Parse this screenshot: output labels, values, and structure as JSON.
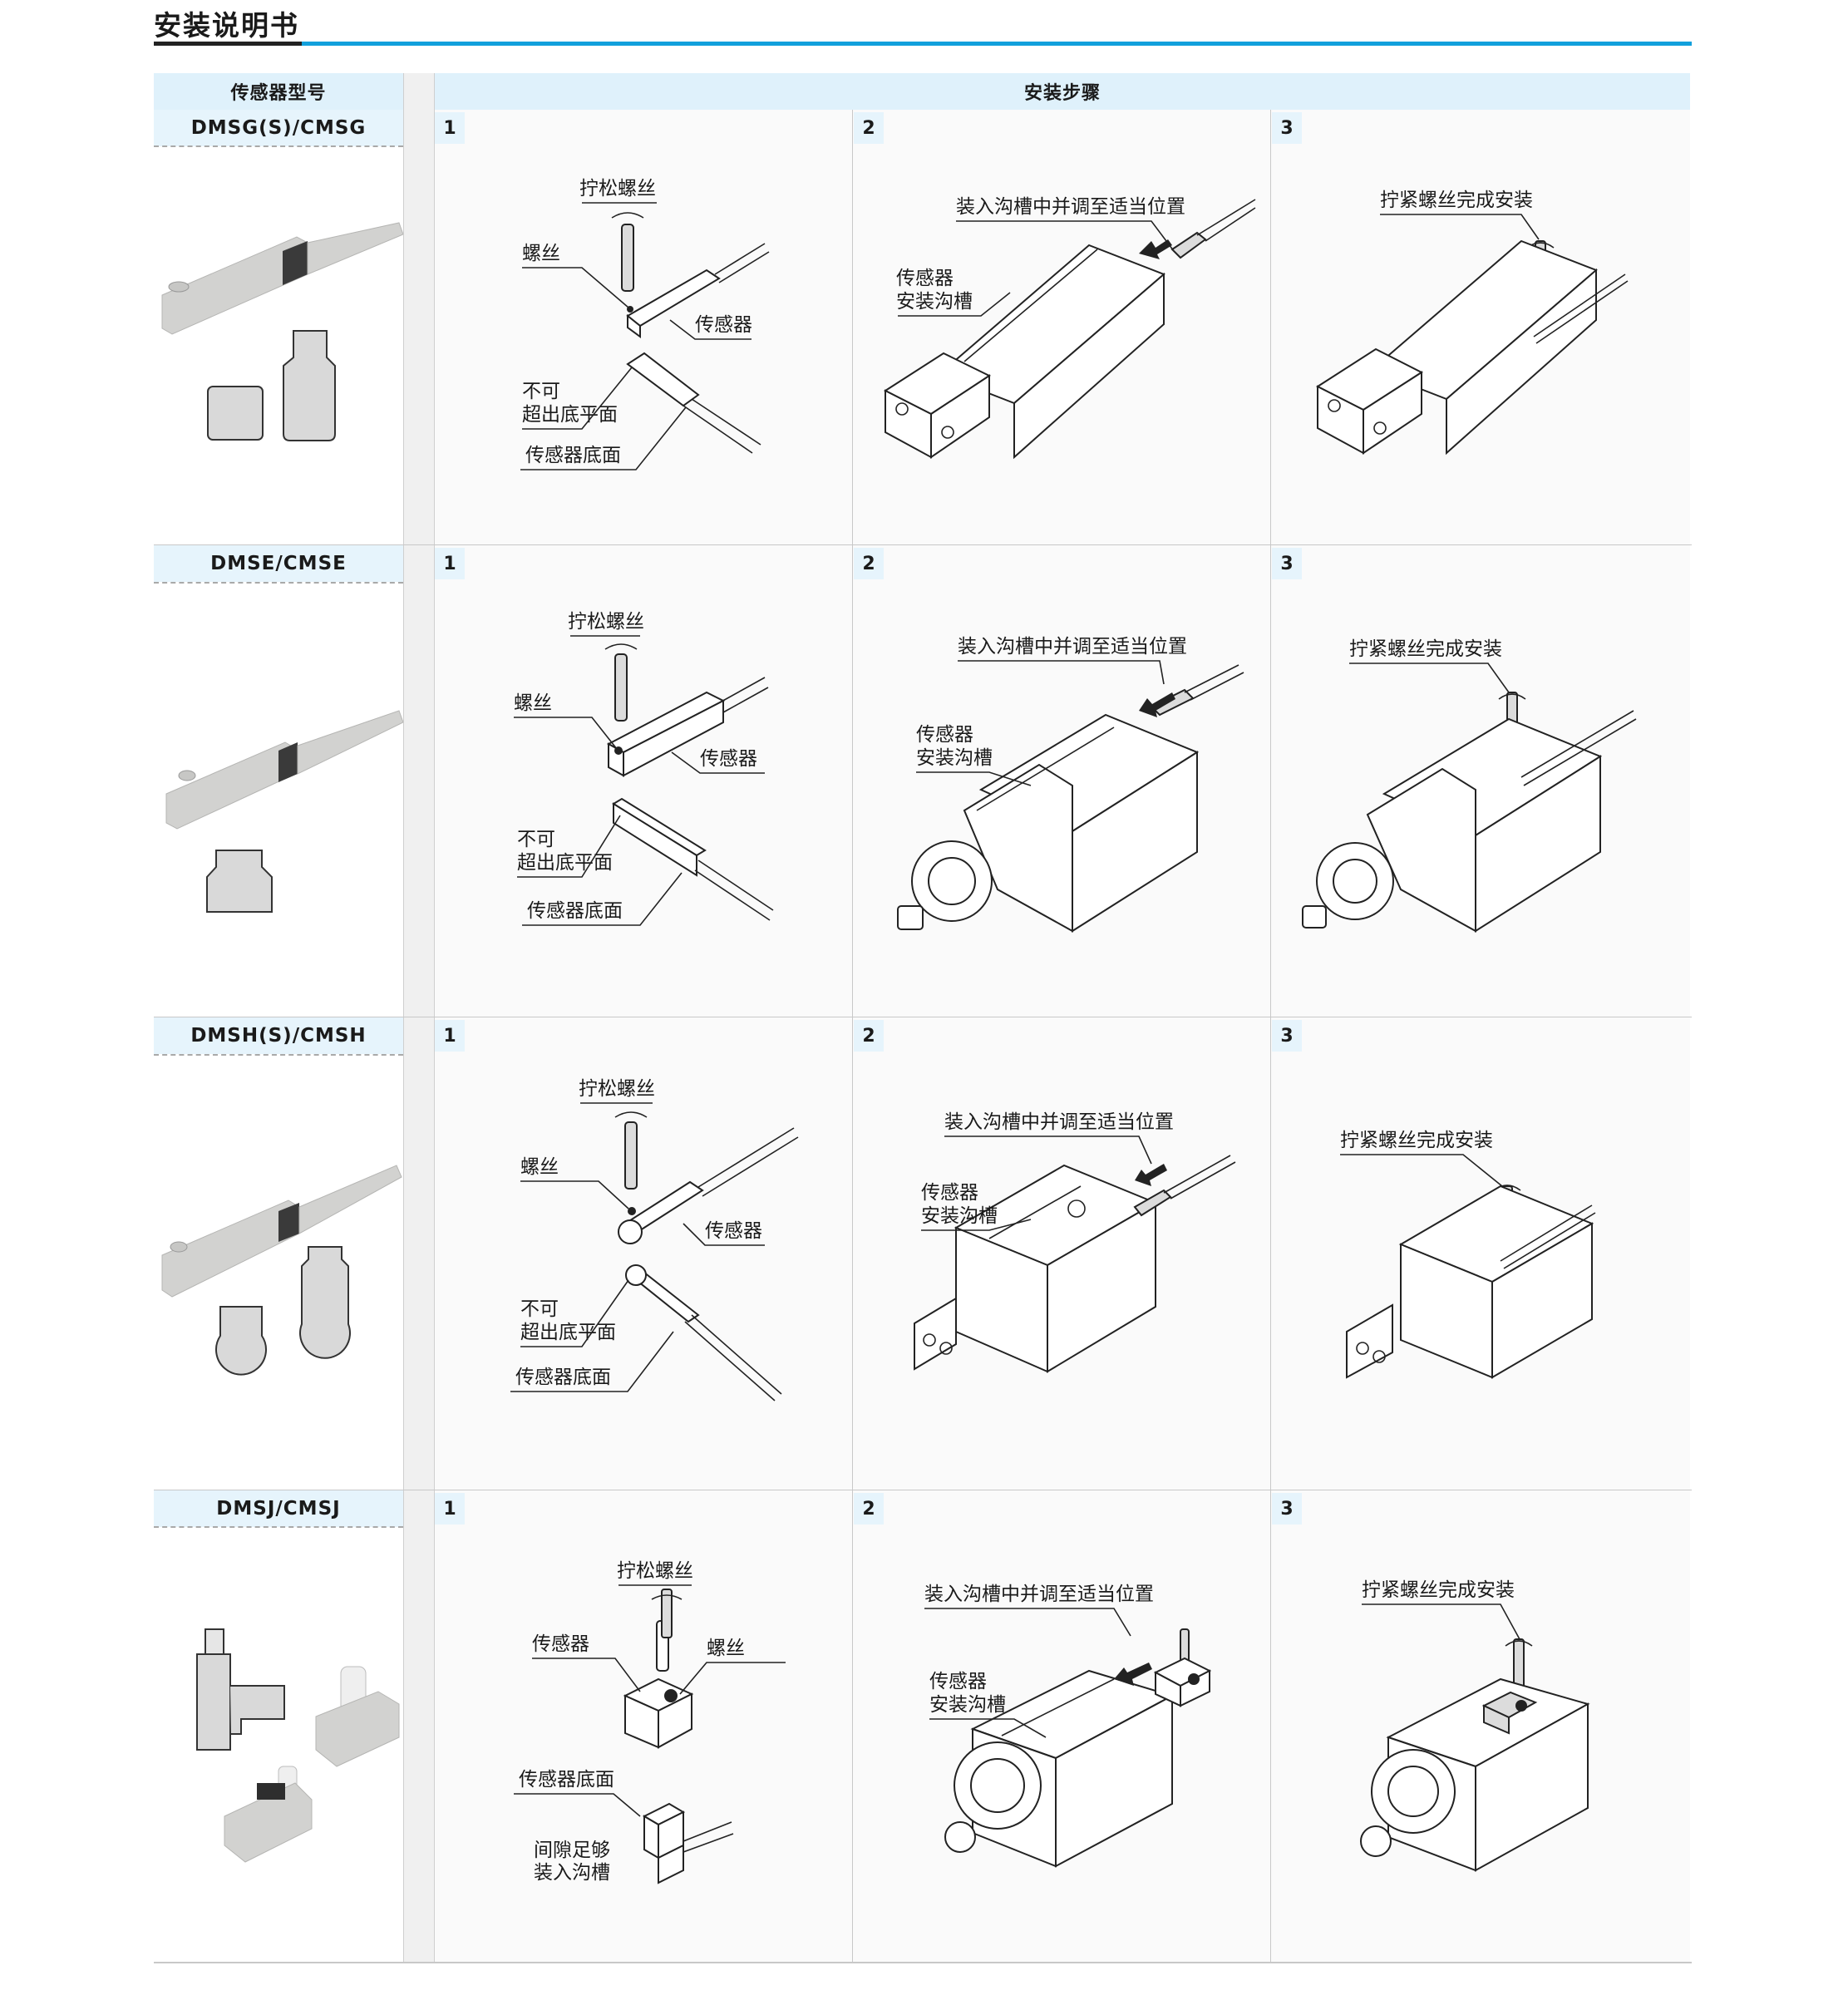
{
  "document": {
    "title": "安装说明书"
  },
  "table": {
    "col_header_model": "传感器型号",
    "col_header_steps": "安装步骤",
    "step_numbers": [
      "1",
      "2",
      "3"
    ],
    "rows": [
      {
        "model": "DMSG(S)/CMSG",
        "step1": {
          "top": "拧松螺丝",
          "screw": "螺丝",
          "sensor": "传感器",
          "no1": "不可",
          "no2": "超出底平面",
          "bottom": "传感器底面"
        },
        "step2": {
          "insert": "装入沟槽中并调至适当位置",
          "groove1": "传感器",
          "groove2": "安装沟槽"
        },
        "step3": {
          "tighten": "拧紧螺丝完成安装"
        }
      },
      {
        "model": "DMSE/CMSE",
        "step1": {
          "top": "拧松螺丝",
          "screw": "螺丝",
          "sensor": "传感器",
          "no1": "不可",
          "no2": "超出底平面",
          "bottom": "传感器底面"
        },
        "step2": {
          "insert": "装入沟槽中并调至适当位置",
          "groove1": "传感器",
          "groove2": "安装沟槽"
        },
        "step3": {
          "tighten": "拧紧螺丝完成安装"
        }
      },
      {
        "model": "DMSH(S)/CMSH",
        "step1": {
          "top": "拧松螺丝",
          "screw": "螺丝",
          "sensor": "传感器",
          "no1": "不可",
          "no2": "超出底平面",
          "bottom": "传感器底面"
        },
        "step2": {
          "insert": "装入沟槽中并调至适当位置",
          "groove1": "传感器",
          "groove2": "安装沟槽"
        },
        "step3": {
          "tighten": "拧紧螺丝完成安装"
        }
      },
      {
        "model": "DMSJ/CMSJ",
        "step1": {
          "top": "拧松螺丝",
          "sensor": "传感器",
          "screw": "螺丝",
          "bottom": "传感器底面",
          "gap1": "间隙足够",
          "gap2": "装入沟槽"
        },
        "step2": {
          "insert": "装入沟槽中并调至适当位置",
          "groove1": "传感器",
          "groove2": "安装沟槽"
        },
        "step3": {
          "tighten": "拧紧螺丝完成安装"
        }
      }
    ]
  },
  "colors": {
    "accent": "#12a0dc",
    "header_bg": "#dff1fb",
    "title_bar": "#222222"
  }
}
